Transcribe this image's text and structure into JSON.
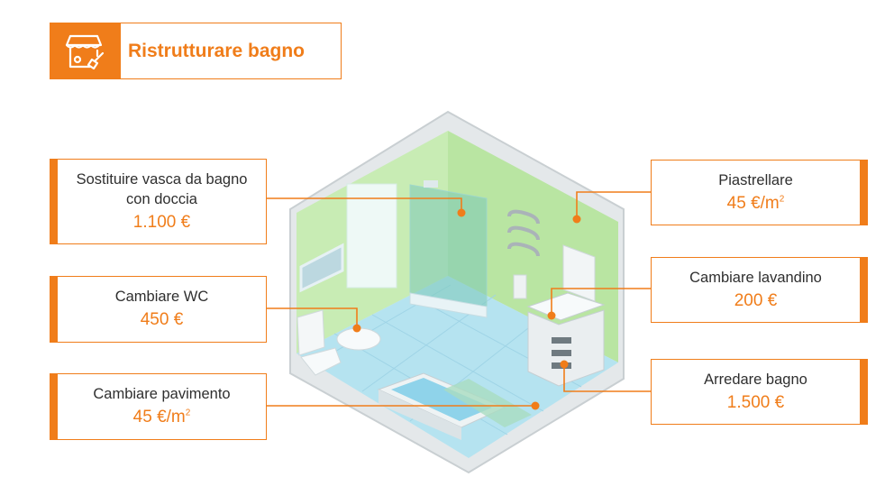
{
  "header": {
    "title": "Ristrutturare bagno",
    "icon": "shop-renovation-icon"
  },
  "colors": {
    "accent": "#f07d1a",
    "wall": "#c8ecb4",
    "floor": "#b5e3f0",
    "frame": "#d7dcde"
  },
  "cards": {
    "shower": {
      "label_1": "Sostituire vasca da bagno",
      "label_2": "con doccia",
      "price": "1.100 €"
    },
    "wc": {
      "label": "Cambiare WC",
      "price": "450 €"
    },
    "floor": {
      "label": "Cambiare pavimento",
      "price": "45 €/m",
      "price_sup": "2"
    },
    "tiles": {
      "label": "Piastrellare",
      "price": "45 €/m",
      "price_sup": "2"
    },
    "sink": {
      "label": "Cambiare lavandino",
      "price": "200 €"
    },
    "furniture": {
      "label": "Arredare bagno",
      "price": "1.500 €"
    }
  }
}
